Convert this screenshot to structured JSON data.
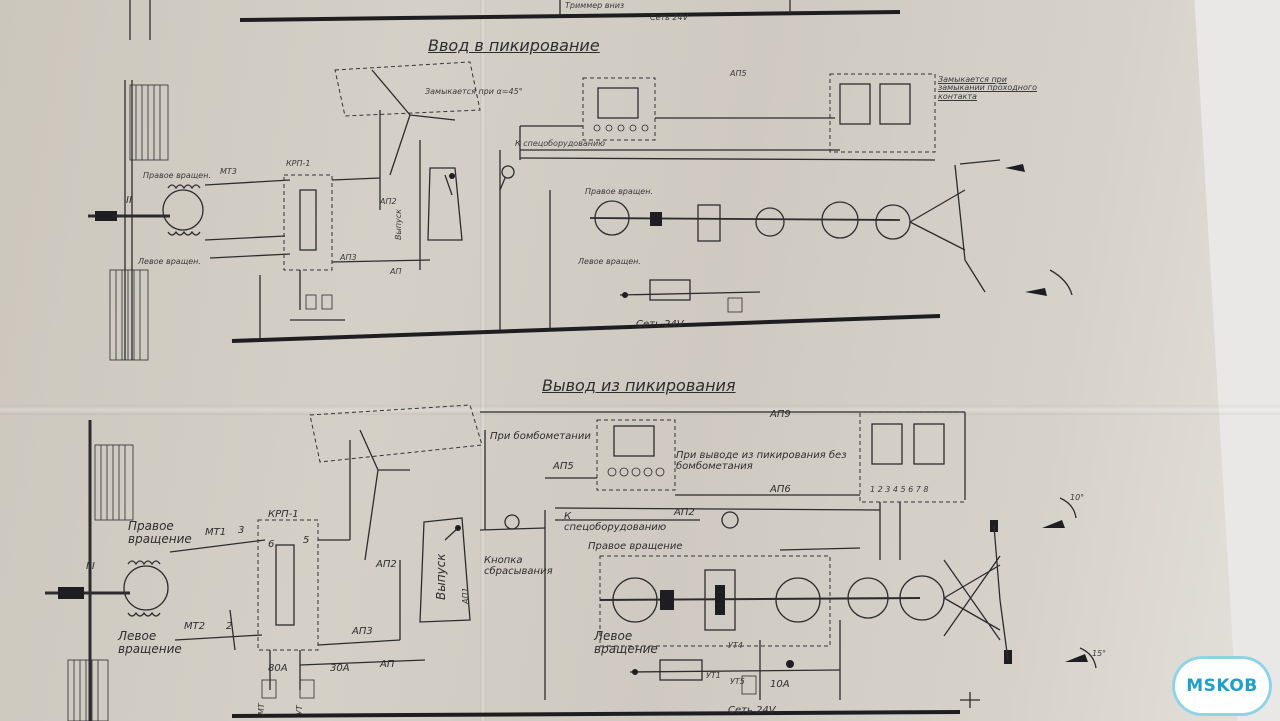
{
  "watermark": "MSKOB",
  "top": {
    "title": "Ввод в пикирование",
    "partial_labels": [
      "Триммер вниз",
      "Сеть 24V"
    ],
    "labels": {
      "close_contacts": "Замыкается при замыкании проходного контакта",
      "trim_contacts": "Замыкается при α=45°",
      "right_rotation": "Правое вращен.",
      "left_rotation": "Левое вращен.",
      "release": "Выпуск",
      "spec_equipment": "К спецоборудованию",
      "mt3": "МТ3",
      "krp1": "КРП-1",
      "roman": "II",
      "ap2": "АП2",
      "ap5": "АП5",
      "ap3": "АП3",
      "ap": "АП",
      "right_rotation_2": "Правое вращен.",
      "left_rotation_2": "Левое вращен.",
      "network": "Сеть 24V"
    }
  },
  "bottom": {
    "title": "Вывод из пикирования",
    "labels": {
      "ap9": "АП9",
      "bomb": "При бомбометании",
      "ap5": "АП5",
      "exit_dive": "При выводе из пикирования без бомбометания",
      "ap6": "АП6",
      "spec_equipment": "К спецоборудованию",
      "ap2": "АП2",
      "right_rotation_main": "Правое вращение",
      "mt1": "МТ1",
      "three": "3",
      "krp1": "КРП-1",
      "six": "6",
      "five": "5",
      "release": "Выпуск",
      "ap1": "АП1",
      "ap2b": "АП2",
      "reset_button": "Кнопка сбрасывания",
      "right_rotation_pan": "Правое вращение",
      "roman": "III",
      "left_rotation_main": "Левое вращение",
      "mt2": "МТ2",
      "two": "2",
      "ap3": "АП3",
      "ap": "АП",
      "a80": "80А",
      "a30": "30А",
      "mt": "МТ",
      "ut": "УТ",
      "left_rotation_pan": "Левое вращение",
      "ut4": "УТ4",
      "ut1": "УТ1",
      "ut5": "УТ5",
      "a10": "10А",
      "terminals": "1 2 3 4 5 6 7 8",
      "network": "Сеть 24V",
      "angle_top": "10°",
      "angle_bottom": "15°"
    }
  },
  "colors": {
    "paper": "#d2cec6",
    "ink": "#2c2c30",
    "watermark": "#1fa0c8"
  }
}
